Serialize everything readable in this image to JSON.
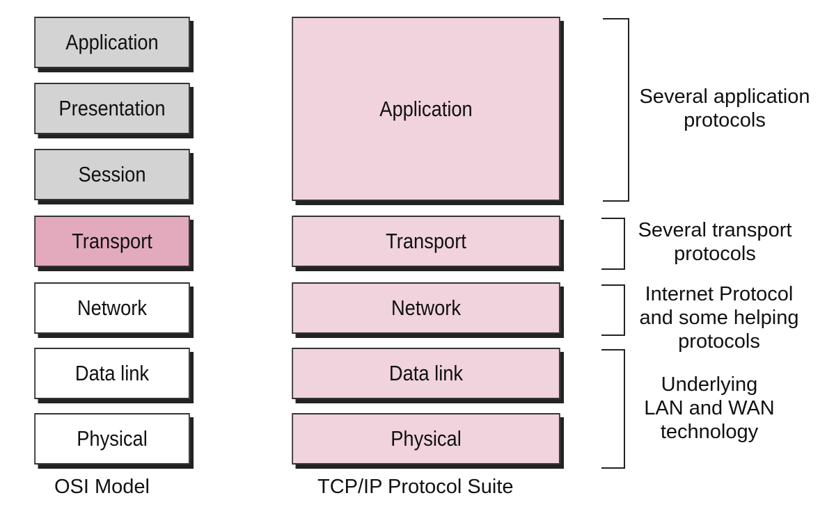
{
  "osi": {
    "caption": "OSI Model",
    "layers": [
      "Application",
      "Presentation",
      "Session",
      "Transport",
      "Network",
      "Data link",
      "Physical"
    ]
  },
  "tcpip": {
    "caption": "TCP/IP Protocol Suite",
    "layers": [
      "Application",
      "Transport",
      "Network",
      "Data link",
      "Physical"
    ]
  },
  "notes": {
    "application": [
      "Several application",
      "protocols"
    ],
    "transport": [
      "Several transport",
      "protocols"
    ],
    "network": [
      "Internet Protocol",
      "and some helping",
      "protocols"
    ],
    "underlying": [
      "Underlying",
      "LAN and WAN",
      "technology"
    ]
  },
  "colors": {
    "osi_upper": "#d3d3d3",
    "osi_transport": "#e3aabd",
    "osi_lower": "#ffffff",
    "tcpip_fill": "#f0d3dc"
  }
}
